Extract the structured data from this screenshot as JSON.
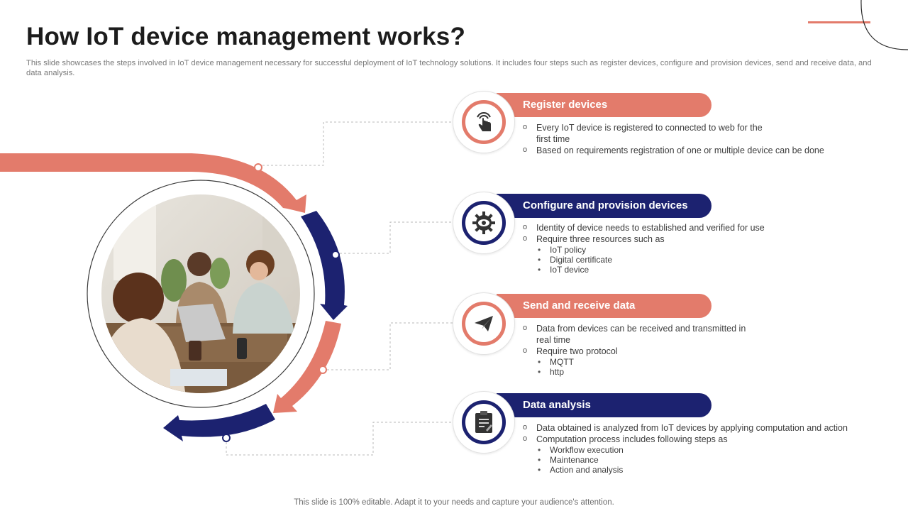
{
  "title": "How IoT device management works?",
  "subtitle": "This slide showcases the steps involved in IoT device management necessary for successful deployment of IoT technology solutions. It includes four steps such as register devices, configure and provision devices, send and receive data, and data analysis.",
  "footer": "This slide is 100% editable. Adapt it to your needs and capture your audience's attention.",
  "colors": {
    "accent": "#e37b6b",
    "navy": "#1c2270"
  },
  "steps": [
    {
      "title": "Register devices",
      "icon": "touch-hand-icon",
      "bullets": [
        {
          "text": "Every IoT device is registered to connected to web for the",
          "cont": "first time"
        },
        {
          "text": "Based on requirements  registration of one or multiple device can be done"
        }
      ]
    },
    {
      "title": "Configure and provision devices",
      "icon": "gear-eye-icon",
      "bullets": [
        {
          "text": "Identity of device needs to established and verified for use"
        },
        {
          "text": "Require three resources such as"
        }
      ],
      "sub": [
        "IoT policy",
        "Digital certificate",
        "IoT device"
      ]
    },
    {
      "title": "Send and receive data",
      "icon": "paper-plane-icon",
      "bullets": [
        {
          "text": "Data from devices can be received  and transmitted in",
          "cont": "real time"
        },
        {
          "text": "Require two protocol"
        }
      ],
      "sub": [
        "MQTT",
        "http"
      ]
    },
    {
      "title": "Data analysis",
      "icon": "clipboard-icon",
      "bullets": [
        {
          "text": "Data obtained is analyzed from IoT devices by applying computation and action"
        },
        {
          "text": "Computation process includes following steps as"
        }
      ],
      "sub": [
        "Workflow execution",
        "Maintenance",
        "Action and analysis"
      ]
    }
  ]
}
